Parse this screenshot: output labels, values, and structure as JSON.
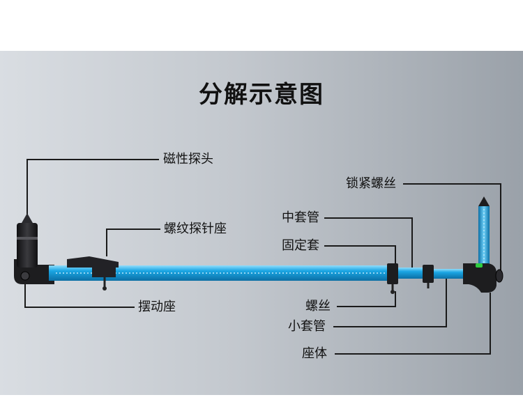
{
  "title": "分解示意图",
  "labels": {
    "magnetic_probe": "磁性探头",
    "thread_probe_seat": "螺纹探针座",
    "swing_seat": "摆动座",
    "lock_screw": "锁紧螺丝",
    "middle_sleeve": "中套管",
    "fixed_sleeve": "固定套",
    "screw": "螺丝",
    "small_sleeve": "小套管",
    "base_body": "座体"
  },
  "colors": {
    "tube": "#1ba6e4",
    "tube_highlight": "#7fd3f7",
    "dark_part": "#1d1d1f",
    "leader_line": "#1a1a1a",
    "level_bubble": "#2ecc40"
  }
}
